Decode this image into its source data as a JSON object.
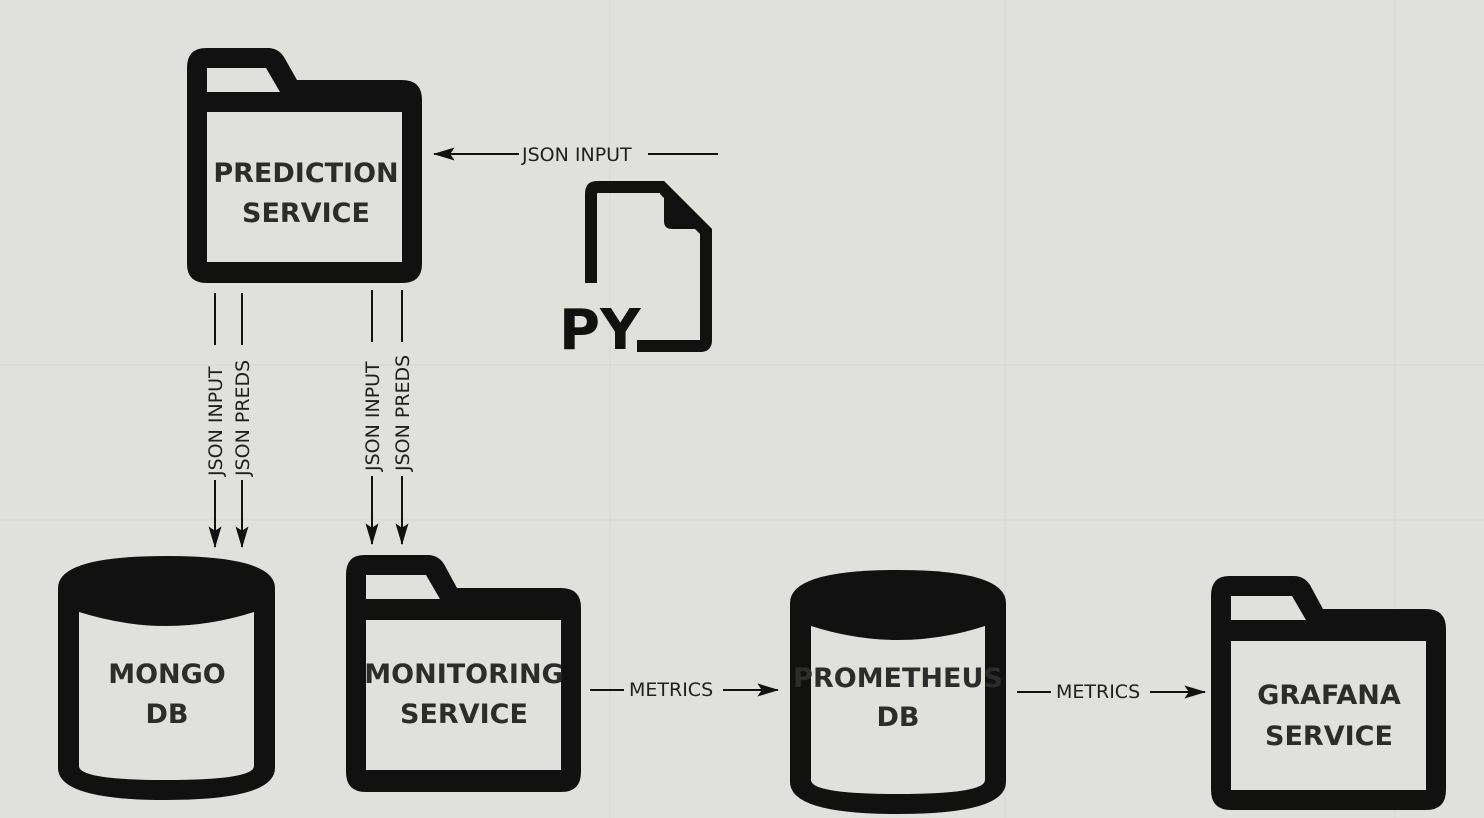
{
  "nodes": {
    "prediction": {
      "line1": "PREDICTION",
      "line2": "SERVICE"
    },
    "monitoring": {
      "line1": "MONITORING",
      "line2": "SERVICE"
    },
    "mongo": {
      "line1": "MONGO",
      "line2": "DB"
    },
    "prometheus": {
      "line1": "PROMETHEUS",
      "line2": "DB"
    },
    "grafana": {
      "line1": "GRAFANA",
      "line2": "SERVICE"
    },
    "python_file": {
      "label": "PY",
      "icon": "python-file-icon"
    }
  },
  "edges": {
    "json_input_to_prediction": "JSON INPUT",
    "prediction_to_mongo_input": "JSON INPUT",
    "prediction_to_mongo_preds": "JSON PREDS",
    "prediction_to_monitoring_input": "JSON INPUT",
    "prediction_to_monitoring_preds": "JSON PREDS",
    "monitoring_to_prometheus": "METRICS",
    "prometheus_to_grafana": "METRICS"
  },
  "colors": {
    "background": "#e0e1dd",
    "stroke": "#111111",
    "text": "#2c2c2c"
  }
}
